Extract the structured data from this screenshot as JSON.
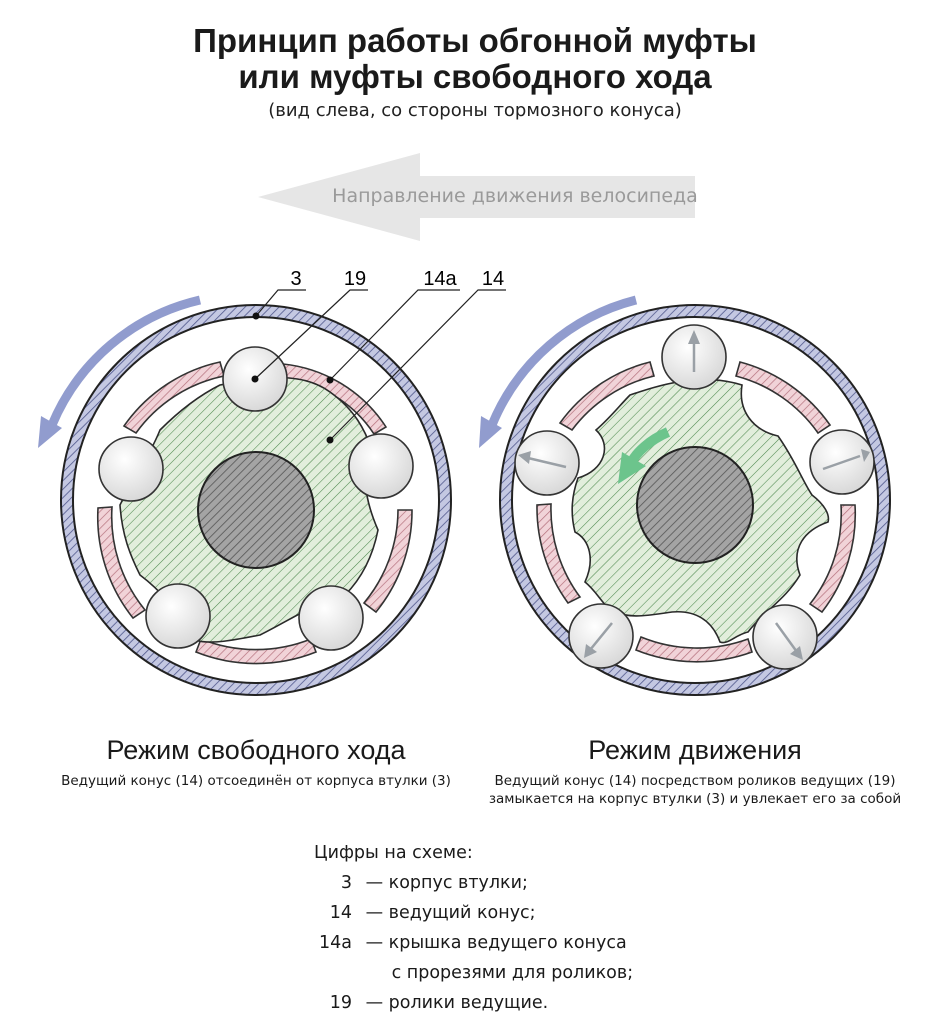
{
  "title_line1": "Принцип работы обгонной муфты",
  "title_line2": "или муфты свободного хода",
  "subtitle": "(вид слева, со стороны тормозного конуса)",
  "direction_label": "Направление движения велосипеда",
  "callouts": [
    "3",
    "19",
    "14а",
    "14"
  ],
  "left_mode": {
    "title": "Режим свободного хода",
    "description": "Ведущий конус (14) отсоединён от корпуса втулки (3)"
  },
  "right_mode": {
    "title": "Режим движения",
    "description_line1": "Ведущий конус (14) посредством роликов ведущих (19)",
    "description_line2": "замыкается на корпус втулки (3) и увлекает его за собой"
  },
  "legend": {
    "title": "Цифры на схеме:",
    "items": [
      {
        "num": "3",
        "text": "— корпус втулки;"
      },
      {
        "num": "14",
        "text": "— ведущий конус;"
      },
      {
        "num": "14а",
        "text": "— крышка ведущего конуса"
      },
      {
        "num": "",
        "text": "с прорезями для роликов;"
      },
      {
        "num": "19",
        "text": "— ролики ведущие."
      }
    ]
  },
  "colors": {
    "housing_fill": "#b9bedb",
    "housing_stroke": "#2a2a2a",
    "slot_fill": "#ecc4cc",
    "cone_fill": "#d9ead3",
    "cone_hatch": "#3a7a3a",
    "axle_fill": "#8c8c8c",
    "roller_fill": "#e8e8e8",
    "rotation_arrow": "#8f9bcc",
    "direction_arrow": "#e0e0e0",
    "cone_arrow": "#6cc48c"
  }
}
